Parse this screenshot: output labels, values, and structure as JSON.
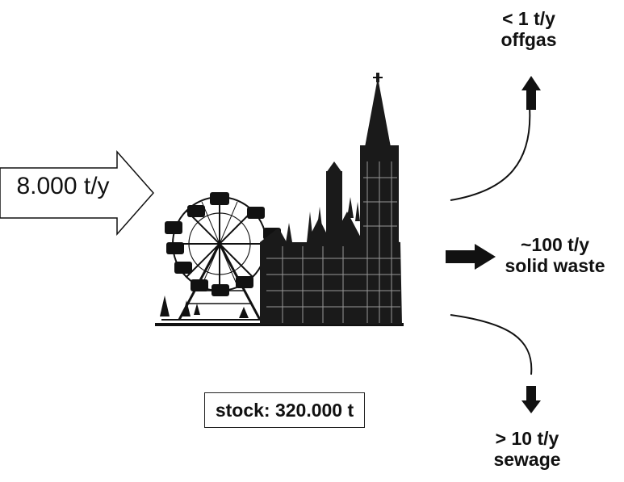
{
  "input": {
    "text": "8.000 t/y"
  },
  "outputs": {
    "offgas": {
      "amount": "< 1 t/y",
      "name": "offgas"
    },
    "solid_waste": {
      "amount": "~100 t/y",
      "name": "solid waste"
    },
    "sewage": {
      "amount": "> 10 t/y",
      "name": "sewage"
    }
  },
  "stock": {
    "text": "stock: 320.000 t"
  },
  "colors": {
    "ink": "#111111",
    "background": "#ffffff"
  }
}
